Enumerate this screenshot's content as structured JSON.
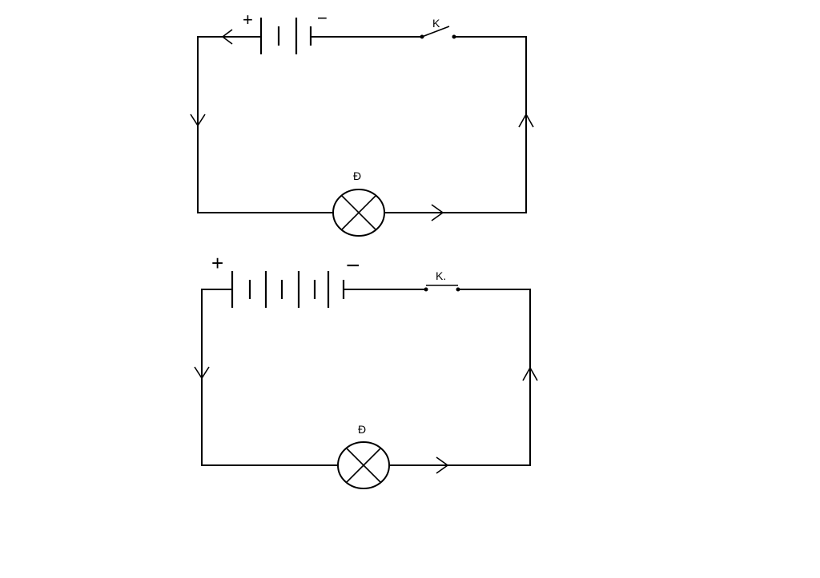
{
  "circuits": [
    {
      "plus_label": "+",
      "minus_label": "−",
      "switch_label": "K",
      "lamp_label": "Đ",
      "switch_state": "open"
    },
    {
      "plus_label": "+",
      "minus_label": "−",
      "switch_label": "K.",
      "lamp_label": "Đ",
      "switch_state": "closed"
    }
  ],
  "colors": {
    "line": "#000000",
    "background": "#ffffff"
  }
}
